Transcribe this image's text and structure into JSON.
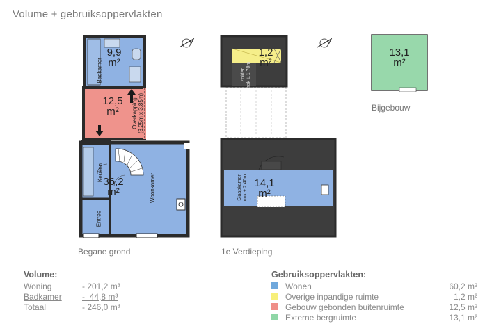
{
  "title": "Volume + gebruiksoppervlakten",
  "floors": {
    "ground": "Begane grond",
    "first": "1e Verdieping",
    "annex": "Bijgebouw"
  },
  "rooms": {
    "badkamer": {
      "area": "9,9",
      "unit": "m²",
      "label": "Badkamer"
    },
    "overkapping": {
      "area": "12,5",
      "unit": "m²",
      "label": "Overkapping",
      "dims": "(3.25m x 3.85m)"
    },
    "woonkamer": {
      "area": "36,2",
      "unit": "m²",
      "label": "Woonkamer"
    },
    "keuken": {
      "label": "Keuken"
    },
    "entree": {
      "label": "Entree"
    },
    "zolder": {
      "area": "1,2",
      "unit": "m²",
      "label": "Zolder",
      "note": "nok ± 1.70m"
    },
    "slaapkamer": {
      "area": "14,1",
      "unit": "m²",
      "label": "Slaapkamer",
      "note": "nok ± 2.40m"
    },
    "bijgebouw": {
      "area": "13,1",
      "unit": "m²"
    }
  },
  "volume": {
    "heading": "Volume:",
    "rows": [
      {
        "label": "Woning",
        "value": "- 201,2 m³"
      },
      {
        "label": "Badkamer",
        "value": "-  44,8 m³"
      },
      {
        "label": "Totaal",
        "value": "- 246,0 m³"
      }
    ]
  },
  "gebruik": {
    "heading": "Gebruiksoppervlakten:",
    "rows": [
      {
        "label": "Wonen",
        "value": "60,2 m²",
        "color": "#6fa8dc"
      },
      {
        "label": "Overige inpandige ruimte",
        "value": "1,2 m²",
        "color": "#f7ef7a"
      },
      {
        "label": "Gebouw gebonden buitenruimte",
        "value": "12,5 m²",
        "color": "#ef8f88"
      },
      {
        "label": "Externe bergruimte",
        "value": "13,1 m²",
        "color": "#8fd6a6"
      }
    ]
  },
  "colors": {
    "wonen": "#8fb2e3",
    "overig": "#f5ee8a",
    "buiten": "#ef938c",
    "berg": "#98d8ab",
    "wall": "#2b2b2b",
    "roof": "#3d3d3d"
  }
}
